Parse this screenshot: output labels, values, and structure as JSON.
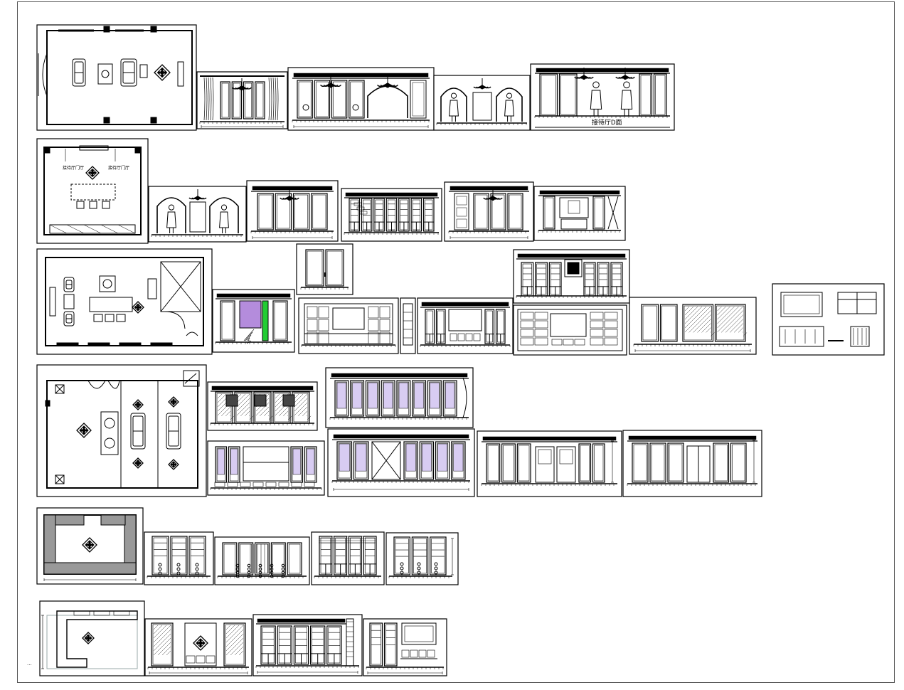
{
  "drawing": {
    "line_color": "#000000",
    "paper_color": "#ffffff",
    "highlight_violet": "#d8ccf2",
    "highlight_green": "#22cc33",
    "highlight_purple": "#b48cdc",
    "elevation_label_d": "接待厅D面",
    "plan_label_left": "接待厅门厅",
    "plan_label_right": "接待厅门厅",
    "corner_marker": "..."
  }
}
